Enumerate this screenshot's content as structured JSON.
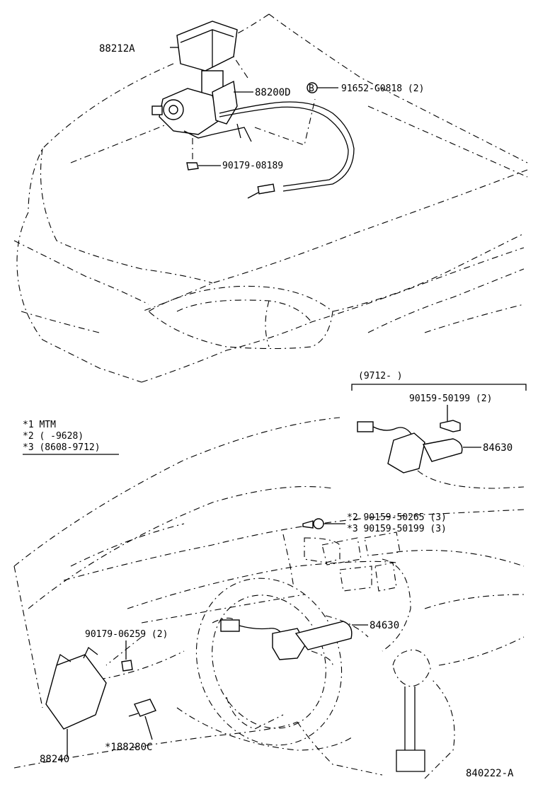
{
  "labels": {
    "p88212A": "88212A",
    "p88200D": "88200D",
    "p91652": "91652-G0818 (2)",
    "circleB": "B",
    "p90179_08189": "90179-08189",
    "range9712": "(9712-     )",
    "p90159_50199_2": "90159-50199 (2)",
    "p84630_top": "84630",
    "note1": "*1 MTM",
    "note2": "*2 (      -9628)",
    "note3": "*3 (8608-9712)",
    "p2_90159_50265": "*2 90159-50265 (3)",
    "p3_90159_50199": "*3 90159-50199 (3)",
    "p84630_bottom": "84630",
    "p90179_06259": "90179-06259 (2)",
    "p88240": "88240",
    "p188280C": "*188280C",
    "diagram_id": "840222-A"
  }
}
